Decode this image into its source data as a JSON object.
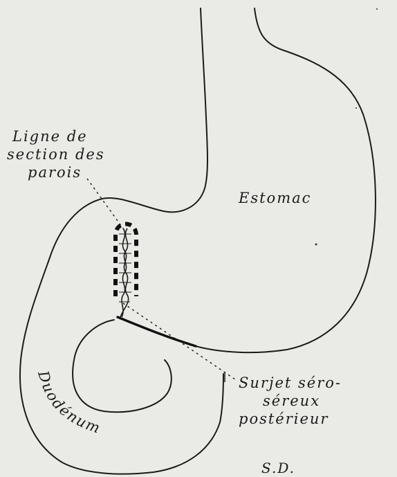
{
  "labels": {
    "line_section_1": "Ligne de",
    "line_section_2": "section des",
    "line_section_3": "parois",
    "stomach": "Estomac",
    "duodenum": "Duodénum",
    "suture_1": "Surjet séro-",
    "suture_2": "séreux",
    "suture_3": "postérieur",
    "signature": "S.D."
  },
  "colors": {
    "ink": "#1a1a1a",
    "paper": "#eaeae7"
  }
}
